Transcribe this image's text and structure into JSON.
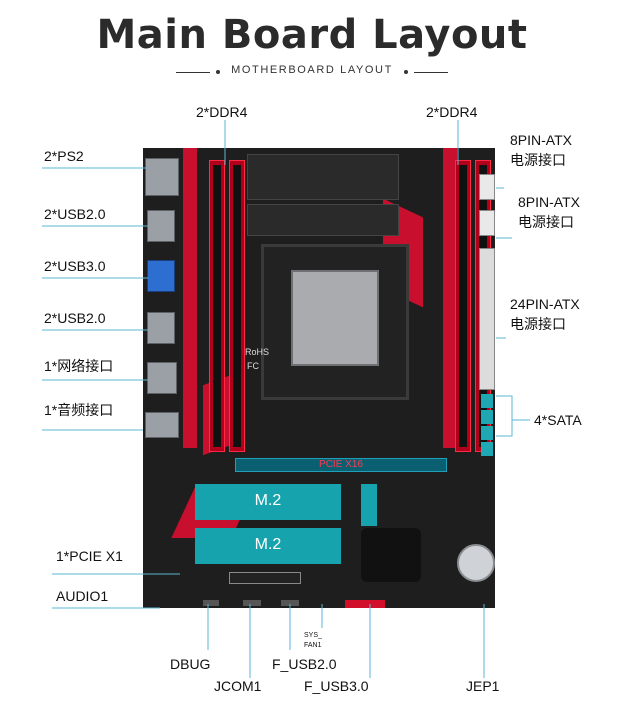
{
  "header": {
    "title": "Main Board Layout",
    "subtitle": "MOTHERBOARD LAYOUT"
  },
  "labels": {
    "ddr4_left": "2*DDR4",
    "ddr4_right": "2*DDR4",
    "ps2": "2*PS2",
    "usb20_top": "2*USB2.0",
    "usb30": "2*USB3.0",
    "usb20_bottom": "2*USB2.0",
    "lan": "1*网络接口",
    "audio_jack": "1*音频接口",
    "pcie_x1": "1*PCIE X1",
    "audio1": "AUDIO1",
    "atx8_1_line1": "8PIN-ATX",
    "atx8_1_line2": "电源接口",
    "atx8_2_line1": "8PIN-ATX",
    "atx8_2_line2": "电源接口",
    "atx24_line1": "24PIN-ATX",
    "atx24_line2": "电源接口",
    "sata": "4*SATA",
    "dbug": "DBUG",
    "jcom1": "JCOM1",
    "f_usb20": "F_USB2.0",
    "f_usb30": "F_USB3.0",
    "jep1": "JEP1",
    "sys_fan1_line1": "SYS_",
    "sys_fan1_line2": "FAN1"
  },
  "board_silkscreen": {
    "pcie_x16": "PCIE X16",
    "m2_top": "M.2",
    "m2_bottom": "M.2",
    "rohs": "RoHS",
    "fc": "FC"
  },
  "colors": {
    "board": "#1e1e1e",
    "accent_red": "#c8102e",
    "m2_teal": "#17a3ad",
    "callout_line": "#5bb7d6",
    "title_text": "#2b2b2b"
  }
}
